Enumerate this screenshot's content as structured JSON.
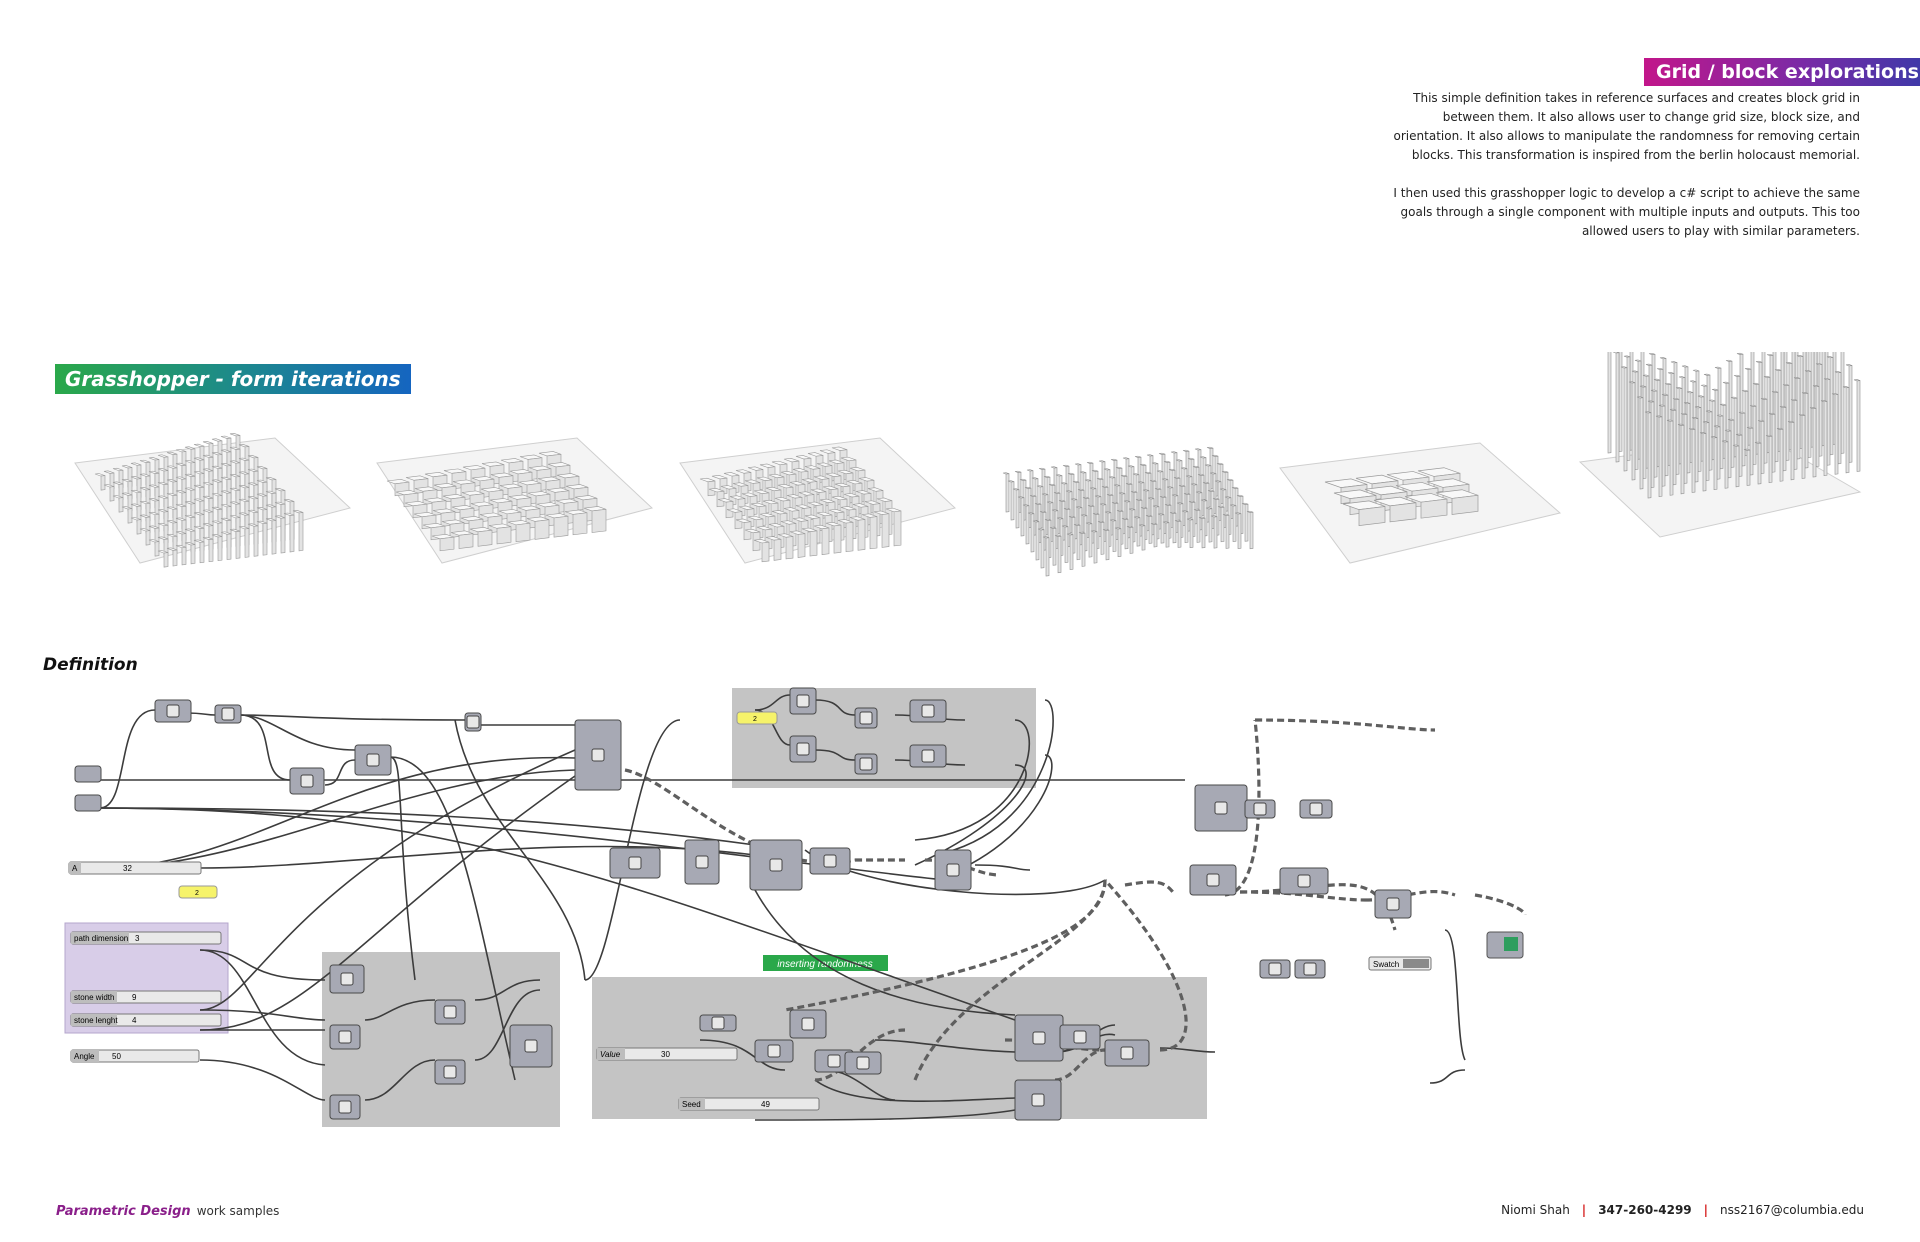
{
  "header": {
    "title": "Grid / block explorations",
    "paragraphs": [
      "This simple definition takes in reference surfaces and creates block grid in between them. It also allows user to change grid size, block size, and orientation. It also allows to manipulate the randomness for removing certain blocks. This transformation is inspired from the berlin holocaust memorial.",
      "I then used this grasshopper logic to develop a c# script to achieve the same goals through a single component with multiple inputs and outputs. This too allowed users to play with similar parameters."
    ]
  },
  "iterations": {
    "title": "Grasshopper - form iterations",
    "renders": [
      "dense-column-field",
      "block-grid",
      "tilted-block-field",
      "saddle-column-field",
      "sparse-block-field",
      "curved-column-wall"
    ]
  },
  "definition": {
    "title": "Definition",
    "group_label": "inserting randomness",
    "inputs": [
      {
        "label": "A",
        "value": "32"
      },
      {
        "label": "path dimension",
        "value": "3"
      },
      {
        "label": "stone width",
        "value": "9"
      },
      {
        "label": "stone lenght",
        "value": "4"
      },
      {
        "label": "Angle",
        "value": "50"
      },
      {
        "label": "Value",
        "value": "30"
      },
      {
        "label": "Seed",
        "value": "49"
      }
    ],
    "swatch_label": "Swatch",
    "panel_value": "2"
  },
  "footer": {
    "left_bold": "Parametric Design",
    "left_text": "work samples",
    "name": "Niomi Shah",
    "phone": "347-260-4299",
    "email": "nss2167@columbia.edu"
  },
  "colors": {
    "title_gradient": [
      "#c2168a",
      "#3b3aa8"
    ],
    "gh_gradient": [
      "#2aa84a",
      "#1565c0"
    ],
    "group_purple": "#d8cde8",
    "group_gray": "#c4c4c4",
    "component": "#a7a9b4",
    "footer_separator": "#d62020"
  }
}
